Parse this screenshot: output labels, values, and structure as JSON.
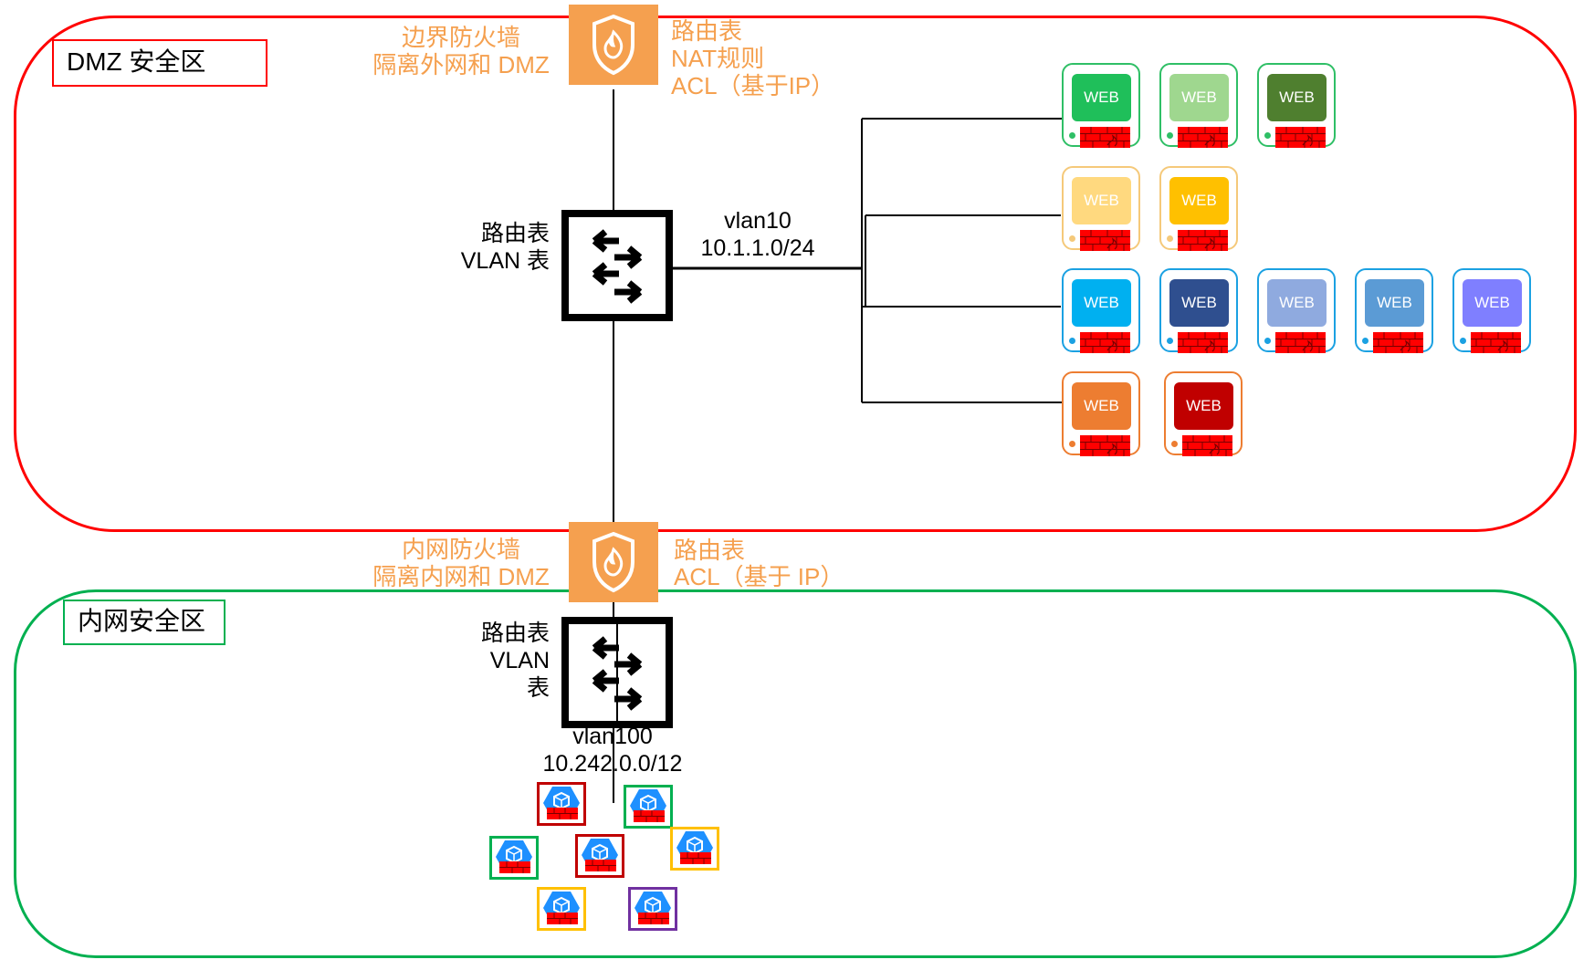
{
  "zones": {
    "dmz_label": "DMZ 安全区",
    "lan_label": "内网安全区"
  },
  "border_firewall": {
    "name_line1": "边界防火墙",
    "name_line2": "隔离外网和 DMZ",
    "rules_line1": "路由表",
    "rules_line2": "NAT规则",
    "rules_line3": "ACL（基于IP）"
  },
  "inner_firewall": {
    "name_line1": "内网防火墙",
    "name_line2": "隔离内网和 DMZ",
    "rules_line1": "路由表",
    "rules_line2": "ACL（基于 IP）"
  },
  "dmz_switch": {
    "label_line1": "路由表",
    "label_line2": "VLAN 表",
    "vlan": "vlan10",
    "subnet": "10.1.1.0/24"
  },
  "lan_switch": {
    "label_line1": "路由表",
    "label_line2": "VLAN",
    "label_line3": "表",
    "vlan": "vlan100",
    "subnet": "10.242.0.0/12"
  },
  "web_servers": [
    {
      "label": "WEB",
      "color": "#1fbf5a",
      "frame": "#2fbf66"
    },
    {
      "label": "WEB",
      "color": "#9fd78f",
      "frame": "#2fbf66"
    },
    {
      "label": "WEB",
      "color": "#4f7f2f",
      "frame": "#2fbf66"
    },
    {
      "label": "WEB",
      "color": "#ffd97f",
      "frame": "#f5c97a"
    },
    {
      "label": "WEB",
      "color": "#ffc000",
      "frame": "#f5c97a"
    },
    {
      "label": "WEB",
      "color": "#00b0f0",
      "frame": "#1ba1e2"
    },
    {
      "label": "WEB",
      "color": "#2f4f8f",
      "frame": "#1ba1e2"
    },
    {
      "label": "WEB",
      "color": "#8faadf",
      "frame": "#1ba1e2"
    },
    {
      "label": "WEB",
      "color": "#5b9bd5",
      "frame": "#1ba1e2"
    },
    {
      "label": "WEB",
      "color": "#7f7fff",
      "frame": "#1ba1e2"
    },
    {
      "label": "WEB",
      "color": "#ed7d31",
      "frame": "#ed7d31"
    },
    {
      "label": "WEB",
      "color": "#c00000",
      "frame": "#ed7d31"
    }
  ],
  "pods": [
    {
      "frame": "#c00000"
    },
    {
      "frame": "#00b050"
    },
    {
      "frame": "#00b050"
    },
    {
      "frame": "#c00000"
    },
    {
      "frame": "#ffc000"
    },
    {
      "frame": "#ffc000"
    },
    {
      "frame": "#7030a0"
    }
  ],
  "colors": {
    "dmz_border": "#ff0000",
    "lan_border": "#00b050",
    "firewall": "#f5a04f",
    "wall": "#ff0000"
  }
}
